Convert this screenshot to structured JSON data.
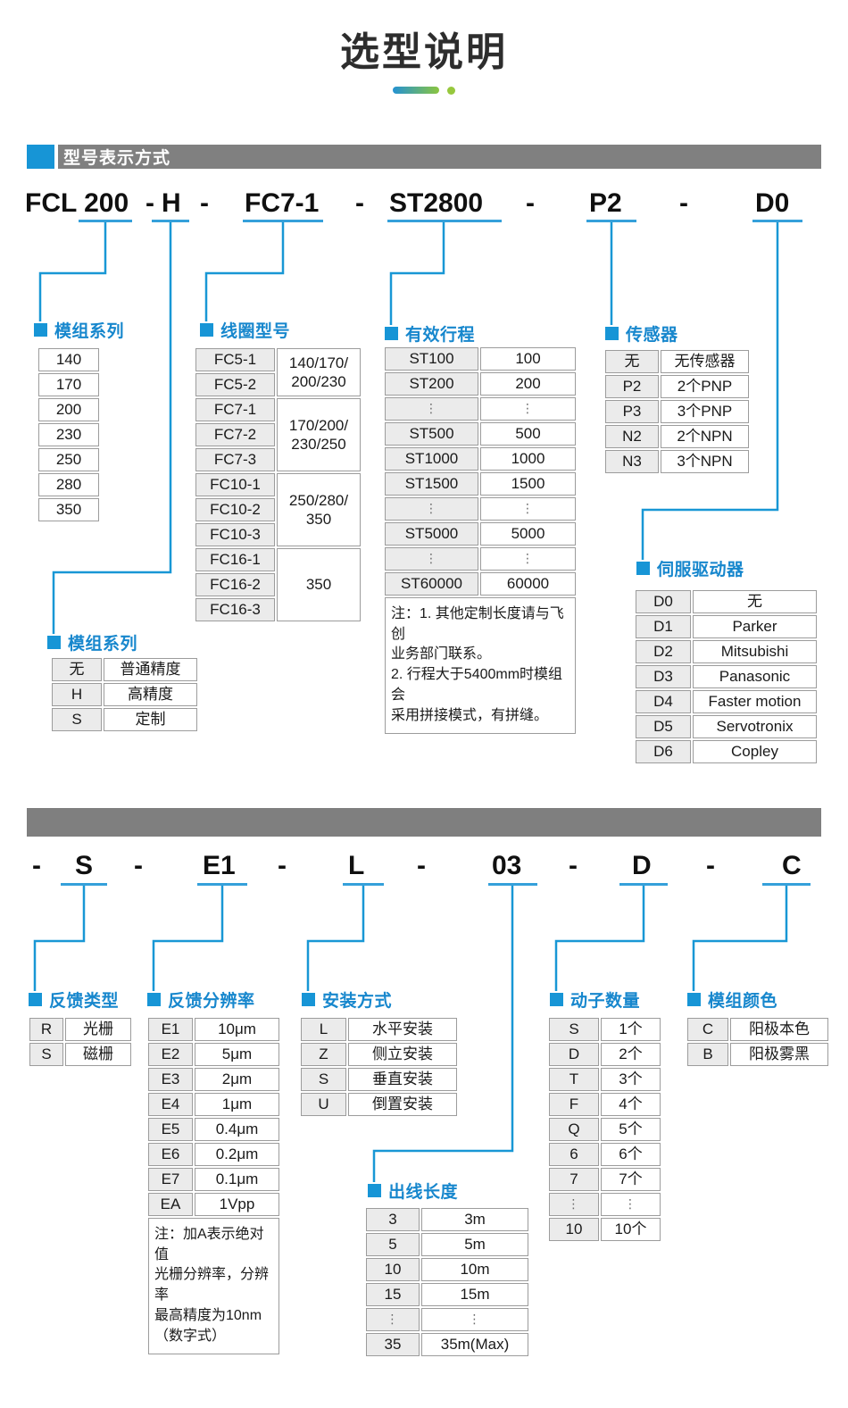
{
  "page": {
    "title": "选型说明"
  },
  "colors": {
    "accent_blue": "#1795d6",
    "bar_gray": "#7f7f7f",
    "divider_blue": "#2492d2",
    "divider_green": "#8bc540"
  },
  "section1": {
    "header": "型号表示方式",
    "model": {
      "dash": "-",
      "parts": [
        "FCL 200",
        "H",
        "FC7-1",
        "ST2800",
        "P2",
        "D0"
      ]
    },
    "groups": {
      "series": {
        "label": "模组系列",
        "type": "list",
        "rows": [
          "140",
          "170",
          "200",
          "230",
          "250",
          "280",
          "350"
        ]
      },
      "coil": {
        "label": "线圈型号",
        "type": "merged",
        "keys": [
          "FC5-1",
          "FC5-2",
          "FC7-1",
          "FC7-2",
          "FC7-3",
          "FC10-1",
          "FC10-2",
          "FC10-3",
          "FC16-1",
          "FC16-2",
          "FC16-3"
        ],
        "groups": [
          {
            "span": 2,
            "text": "140/170/\n200/230"
          },
          {
            "span": 3,
            "text": "170/200/\n230/250"
          },
          {
            "span": 3,
            "text": "250/280/\n350"
          },
          {
            "span": 3,
            "text": "350"
          }
        ]
      },
      "stroke": {
        "label": "有效行程",
        "type": "kv",
        "rows": [
          [
            "ST100",
            "100"
          ],
          [
            "ST200",
            "200"
          ],
          [
            "⋮",
            "⋮"
          ],
          [
            "ST500",
            "500"
          ],
          [
            "ST1000",
            "1000"
          ],
          [
            "ST1500",
            "1500"
          ],
          [
            "⋮",
            "⋮"
          ],
          [
            "ST5000",
            "5000"
          ],
          [
            "⋮",
            "⋮"
          ],
          [
            "ST60000",
            "60000"
          ]
        ],
        "note": [
          "注：1. 其他定制长度请与飞创",
          "业务部门联系。",
          "2. 行程大于5400mm时模组 会",
          "采用拼接模式，有拼缝。"
        ]
      },
      "sensor": {
        "label": "传感器",
        "type": "kv",
        "rows": [
          [
            "无",
            "无传感器"
          ],
          [
            "P2",
            "2个PNP"
          ],
          [
            "P3",
            "3个PNP"
          ],
          [
            "N2",
            "2个NPN"
          ],
          [
            "N3",
            "3个NPN"
          ]
        ]
      },
      "driver": {
        "label": "伺服驱动器",
        "type": "kv",
        "rows": [
          [
            "D0",
            "无"
          ],
          [
            "D1",
            "Parker"
          ],
          [
            "D2",
            "Mitsubishi"
          ],
          [
            "D3",
            "Panasonic"
          ],
          [
            "D4",
            "Faster motion"
          ],
          [
            "D5",
            "Servotronix"
          ],
          [
            "D6",
            "Copley"
          ]
        ]
      },
      "precision": {
        "label": "模组系列",
        "type": "kv",
        "rows": [
          [
            "无",
            "普通精度"
          ],
          [
            "H",
            "高精度"
          ],
          [
            "S",
            "定制"
          ]
        ]
      }
    }
  },
  "section2": {
    "model": {
      "dash": "-",
      "parts": [
        "S",
        "E1",
        "L",
        "03",
        "D",
        "C"
      ]
    },
    "groups": {
      "feedback_type": {
        "label": "反馈类型",
        "type": "kv",
        "rows": [
          [
            "R",
            "光栅"
          ],
          [
            "S",
            "磁栅"
          ]
        ]
      },
      "feedback_res": {
        "label": "反馈分辨率",
        "type": "kv",
        "rows": [
          [
            "E1",
            "10μm"
          ],
          [
            "E2",
            "5μm"
          ],
          [
            "E3",
            "2μm"
          ],
          [
            "E4",
            "1μm"
          ],
          [
            "E5",
            "0.4μm"
          ],
          [
            "E6",
            "0.2μm"
          ],
          [
            "E7",
            "0.1μm"
          ],
          [
            "EA",
            "1Vpp"
          ]
        ],
        "note": [
          "注：加A表示绝对值",
          "光栅分辨率，分辨率",
          "最高精度为10nm",
          "（数字式）"
        ]
      },
      "mount": {
        "label": "安装方式",
        "type": "kv",
        "rows": [
          [
            "L",
            "水平安装"
          ],
          [
            "Z",
            "侧立安装"
          ],
          [
            "S",
            "垂直安装"
          ],
          [
            "U",
            "倒置安装"
          ]
        ]
      },
      "cable": {
        "label": "出线长度",
        "type": "kv",
        "rows": [
          [
            "3",
            "3m"
          ],
          [
            "5",
            "5m"
          ],
          [
            "10",
            "10m"
          ],
          [
            "15",
            "15m"
          ],
          [
            "⋮",
            "⋮"
          ],
          [
            "35",
            "35m(Max)"
          ]
        ]
      },
      "movers": {
        "label": "动子数量",
        "type": "kv",
        "rows": [
          [
            "S",
            "1个"
          ],
          [
            "D",
            "2个"
          ],
          [
            "T",
            "3个"
          ],
          [
            "F",
            "4个"
          ],
          [
            "Q",
            "5个"
          ],
          [
            "6",
            "6个"
          ],
          [
            "7",
            "7个"
          ],
          [
            "⋮",
            "⋮"
          ],
          [
            "10",
            "10个"
          ]
        ]
      },
      "color": {
        "label": "模组颜色",
        "type": "kv",
        "rows": [
          [
            "C",
            "阳极本色"
          ],
          [
            "B",
            "阳极雾黑"
          ]
        ]
      }
    }
  }
}
